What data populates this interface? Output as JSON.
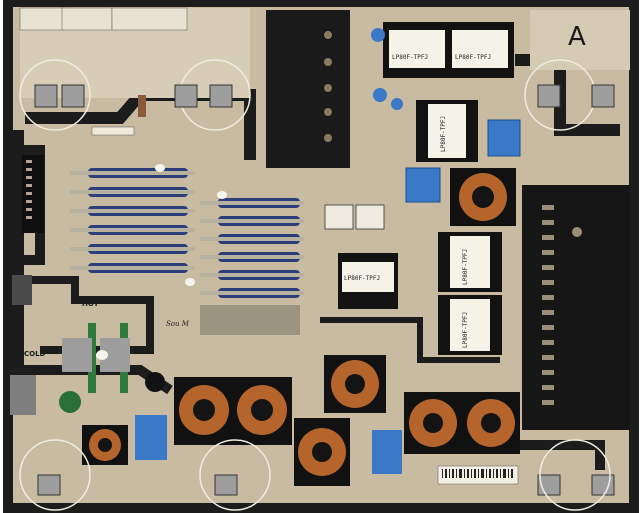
{
  "board": {
    "background_color": "#c9bca4",
    "trace_color": "#1c1c1c",
    "silkscreen_color": "#f2eee4"
  },
  "labels": {
    "corner_letter": "A",
    "hot_zone": "HOT",
    "cold_zone": "COLD",
    "logo_text": "Sou M"
  },
  "transformers": [
    {
      "text": "LP80F-TPFJ"
    },
    {
      "text": "LP80F-TPFJ"
    },
    {
      "text": "LP80F-TPFJ"
    },
    {
      "text": "LP80F-TPFJ"
    },
    {
      "text": "LP80F-TPFJ"
    },
    {
      "text": "LP80F-TPFJ"
    }
  ],
  "components": {
    "capacitor_color": "#2c3f7a",
    "inductor_color": "#b5652c",
    "heatsink_color": "#1a1a1a",
    "blue_cap_color": "#3a78c8"
  }
}
